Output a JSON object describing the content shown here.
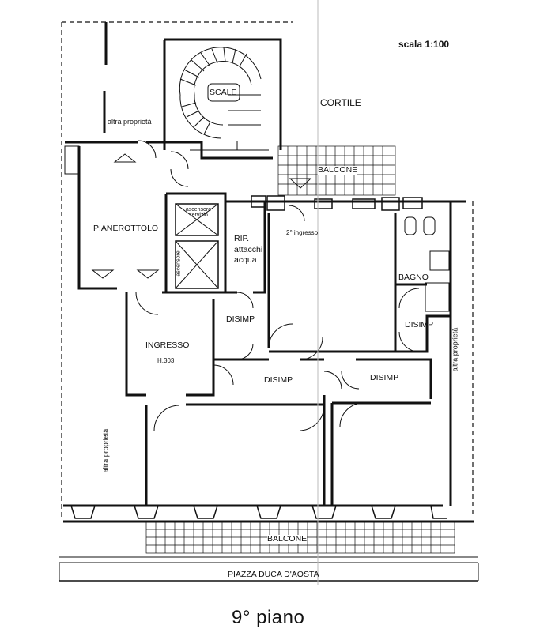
{
  "scale": "scala 1:100",
  "floor_title": "9° piano",
  "rooms": {
    "scale_room": "SCALE",
    "courtyard": "CORTILE",
    "balcony_top": "BALCONE",
    "balcony_bottom": "BALCONE",
    "landing": "PIANEROTTOLO",
    "service_lift": "ascensore servizio",
    "main_lift": "ascensore",
    "storage": "RIP. attacchi acqua",
    "second_entry": "2° ingresso",
    "bathroom": "BAGNO",
    "hall_small_left": "DISIMP",
    "hall_small_right": "DISIMP",
    "hall_center": "DISIMP",
    "hall_right": "DISIMP",
    "entrance": "INGRESSO",
    "entrance_height": "H.303"
  },
  "labels": {
    "other_property_top": "altra proprietà",
    "other_property_left": "altra proprietà",
    "other_property_right": "altra proprietà",
    "street": "PIAZZA DUCA D'AOSTA"
  }
}
